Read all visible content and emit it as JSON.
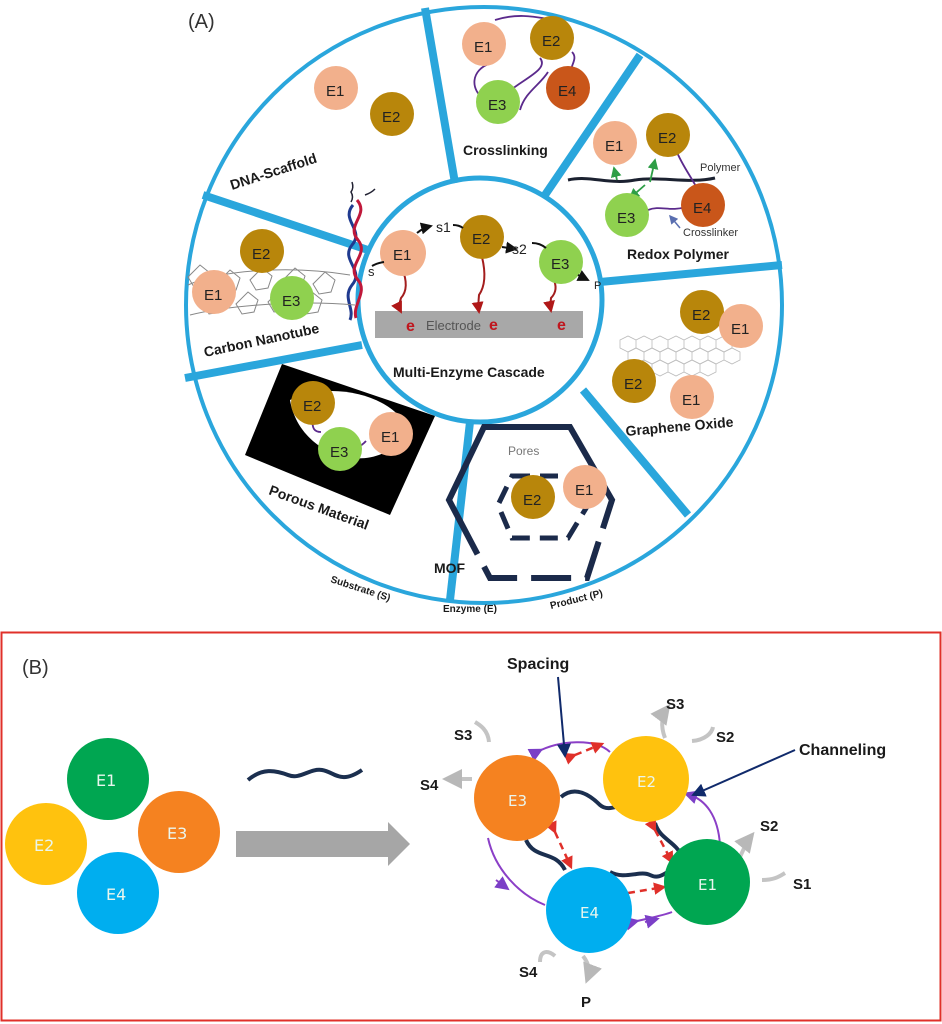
{
  "panel_a": {
    "label": "(A)",
    "center": {
      "title": "Multi-Enzyme Cascade",
      "electrode": "Electrode",
      "electron": "e",
      "substrates": [
        "s",
        "s1",
        "s2"
      ],
      "product": "P",
      "enzymes": [
        "E1",
        "E2",
        "E3"
      ]
    },
    "segments": {
      "dna": "DNA-Scaffold",
      "crosslinking": "Crosslinking",
      "redox": "Redox Polymer",
      "redox_polymer": "Polymer",
      "redox_crosslinker": "Crosslinker",
      "cnt": "Carbon Nanotube",
      "graphene": "Graphene Oxide",
      "porous": "Porous Material",
      "mof": "MOF",
      "mof_pores": "Pores"
    },
    "legend": {
      "substrate": "Substrate (S)",
      "enzyme": "Enzyme (E)",
      "product": "Product (P)"
    },
    "enzyme_labels": {
      "e1": "E1",
      "e2": "E2",
      "e3": "E3",
      "e4": "E4"
    },
    "colors": {
      "ring": "#2aa6dc",
      "e1": "#f2b08c",
      "e2": "#b8860b",
      "e3": "#8fd14f",
      "e4": "#c9561a",
      "electrode": "#a8a8a8",
      "electron": "#c0161e",
      "mof": "#1b2a4a"
    }
  },
  "panel_b": {
    "label": "(B)",
    "free_enzymes": [
      "E1",
      "E2",
      "E3",
      "E4"
    ],
    "assembled_enzymes": [
      "E1",
      "E2",
      "E3",
      "E4"
    ],
    "annotations": {
      "spacing": "Spacing",
      "channeling": "Channeling"
    },
    "species": {
      "s1": "S1",
      "s2": "S2",
      "s3": "S3",
      "s4": "S4",
      "p": "P"
    },
    "colors": {
      "e1": "#00a651",
      "e2": "#ffc20e",
      "e3": "#f58220",
      "e4": "#00aeef",
      "border": "#e0302a",
      "arrow": "#a6a6a6",
      "linker": "#1b2f4f",
      "channel": "#8b3fc7",
      "spacing": "#e0302a"
    }
  }
}
